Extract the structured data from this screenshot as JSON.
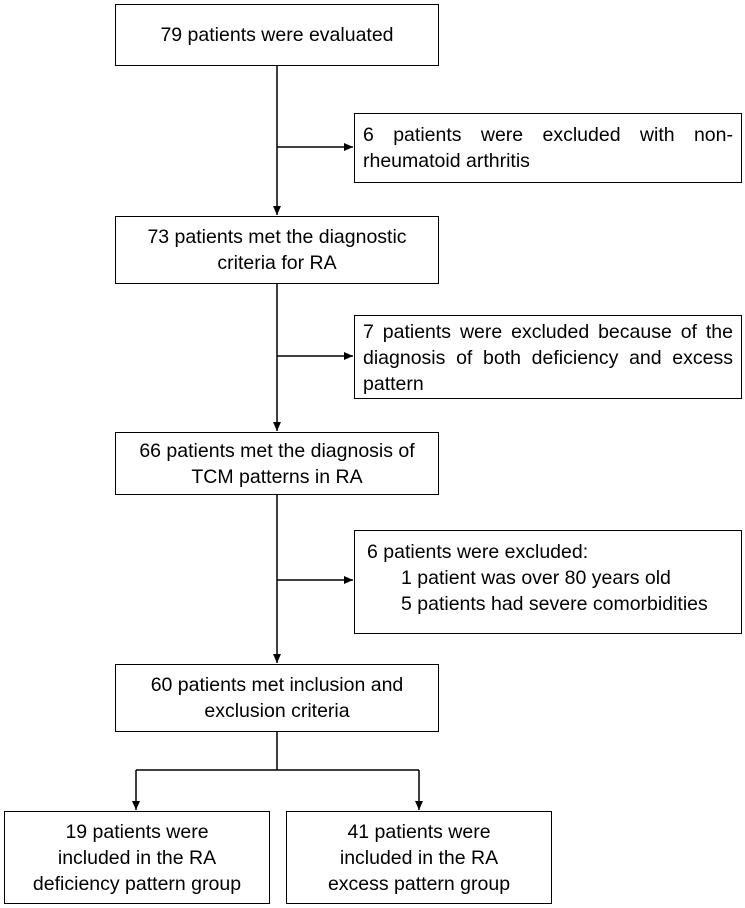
{
  "boxes": {
    "evaluated": "79 patients were evaluated",
    "excluded_nonra": "6 patients were excluded with non-rheumatoid arthritis",
    "met_criteria_line1": "73 patients met the diagnostic",
    "met_criteria_line2": "criteria for RA",
    "excluded_both": "7 patients were excluded because of the diagnosis of both deficiency and excess pattern",
    "met_tcm_line1": "66 patients met the diagnosis of",
    "met_tcm_line2": "TCM patterns in RA",
    "excluded_other_title": "6 patients were excluded:",
    "excluded_other_item1": "1 patient was over 80 years old",
    "excluded_other_item2": "5 patients had severe comorbidities",
    "inclusion_line1": "60 patients met inclusion and",
    "inclusion_line2": "exclusion criteria",
    "deficiency_line1": "19 patients were",
    "deficiency_line2": "included in the RA",
    "deficiency_line3": "deficiency pattern group",
    "excess_line1": "41 patients were",
    "excess_line2": "included in the RA",
    "excess_line3": "excess pattern group"
  }
}
